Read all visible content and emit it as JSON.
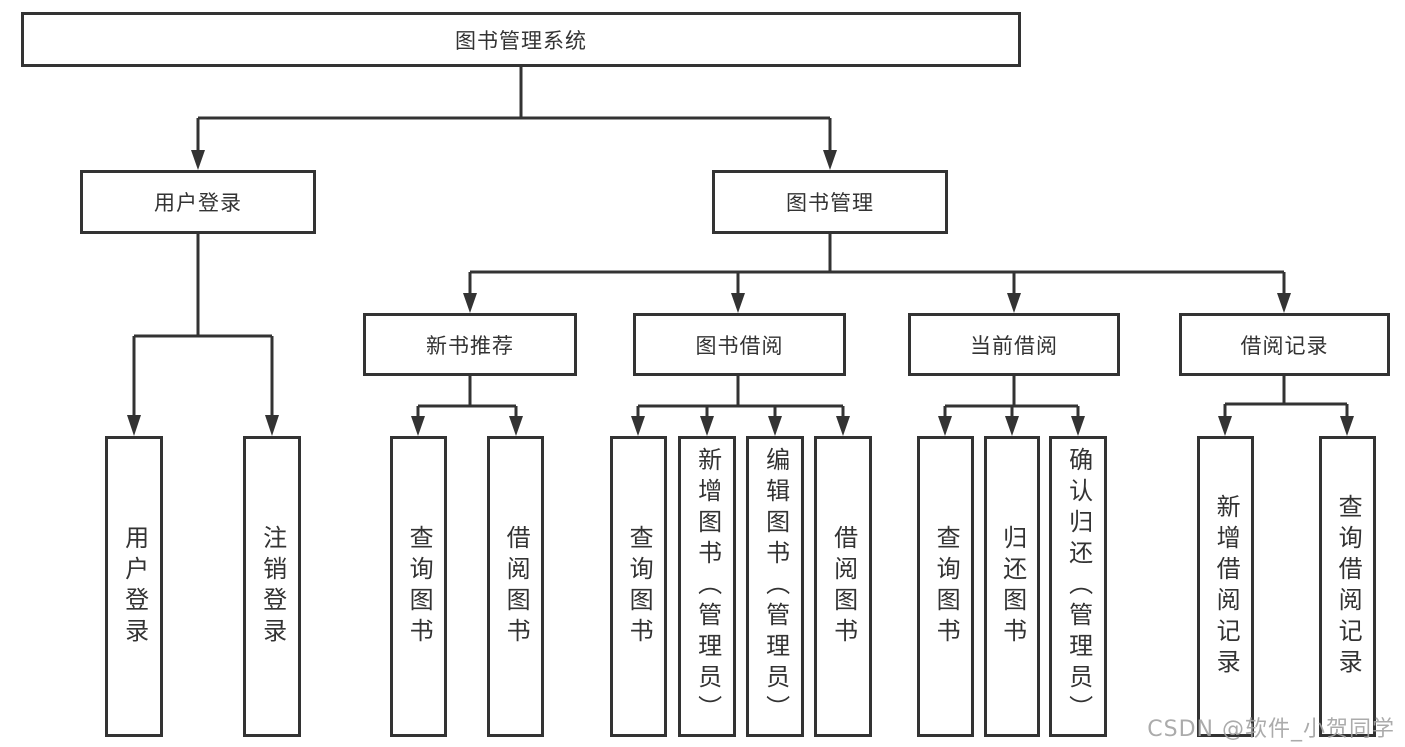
{
  "diagram": {
    "title": "图书管理系统",
    "tree": {
      "label": "图书管理系统",
      "children": [
        {
          "label": "用户登录",
          "children": [
            {
              "label": "用户登录"
            },
            {
              "label": "注销登录"
            }
          ]
        },
        {
          "label": "图书管理",
          "children": [
            {
              "label": "新书推荐",
              "children": [
                {
                  "label": "查询图书"
                },
                {
                  "label": "借阅图书"
                }
              ]
            },
            {
              "label": "图书借阅",
              "children": [
                {
                  "label": "查询图书"
                },
                {
                  "label": "新增图书（管理员）"
                },
                {
                  "label": "编辑图书（管理员）"
                },
                {
                  "label": "借阅图书"
                }
              ]
            },
            {
              "label": "当前借阅",
              "children": [
                {
                  "label": "查询图书"
                },
                {
                  "label": "归还图书"
                },
                {
                  "label": "确认归还（管理员）"
                }
              ]
            },
            {
              "label": "借阅记录",
              "children": [
                {
                  "label": "新增借阅记录"
                },
                {
                  "label": "查询借阅记录"
                }
              ]
            }
          ]
        }
      ]
    },
    "colors": {
      "line": "#333333",
      "box_border": "#333333",
      "text": "#333333",
      "background": "#ffffff",
      "watermark": "#a2a2a2"
    }
  },
  "watermark": "CSDN @软件_小贺同学"
}
